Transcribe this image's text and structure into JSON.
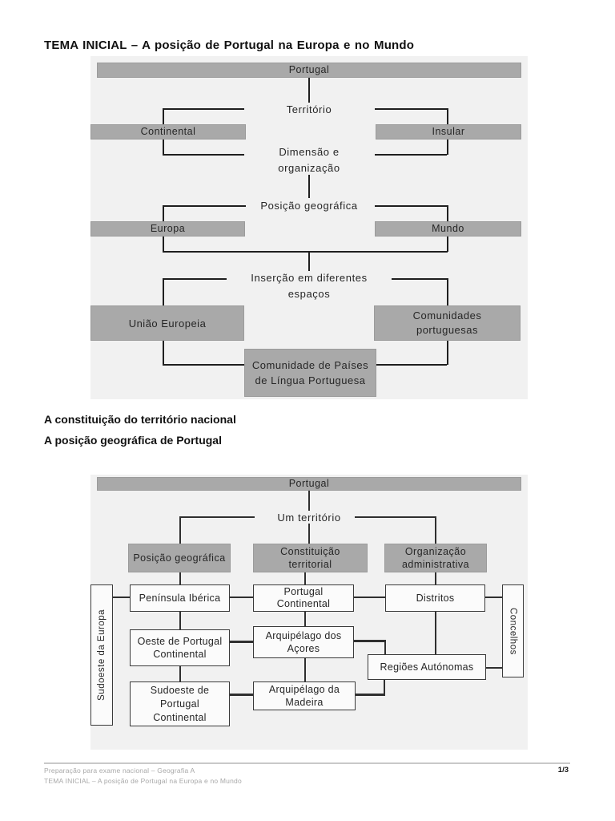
{
  "title": "TEMA INICIAL – A posição de Portugal na Europa e no Mundo",
  "headings": {
    "h1": "A constituição do território nacional",
    "h2": "A posição geográfica de Portugal"
  },
  "footer": {
    "line1": "Preparação para exame nacional – Geografia A",
    "line2": "TEMA INICIAL – A posição de Portugal na Europa e no Mundo",
    "page": "1/3"
  },
  "colors": {
    "page_bg": "#ffffff",
    "diagram_bg": "#f1f1f1",
    "node_gray": "#a9a9a9",
    "line_color": "#1f1f1f",
    "white_box_border": "#3a3a3a",
    "footer_text": "#a8a8a8"
  },
  "diagram1": {
    "nodes": {
      "portugal": "Portugal",
      "territorio": "Território",
      "continental": "Continental",
      "insular": "Insular",
      "dimensao": [
        "Dimensão e",
        "organização"
      ],
      "posicao": "Posição geográfica",
      "europa": "Europa",
      "mundo": "Mundo",
      "insercao": [
        "Inserção em diferentes",
        "espaços"
      ],
      "uniao": "União Europeia",
      "comunidades": [
        "Comunidades",
        "portuguesas"
      ],
      "cplp": [
        "Comunidade de Países",
        "de Língua Portuguesa"
      ]
    }
  },
  "diagram2": {
    "nodes": {
      "portugal": "Portugal",
      "um_territorio": "Um território",
      "posicao_geografica": "Posição geográfica",
      "constituicao": [
        "Constituição",
        "territorial"
      ],
      "organizacao": [
        "Organização",
        "administrativa"
      ],
      "peninsula": "Península Ibérica",
      "portugal_continental": [
        "Portugal",
        "Continental"
      ],
      "distritos": "Distritos",
      "oeste": [
        "Oeste de Portugal",
        "Continental"
      ],
      "acores": [
        "Arquipélago dos",
        "Açores"
      ],
      "regioes": "Regiões Autónomas",
      "sudoeste_pc": [
        "Sudoeste de",
        "Portugal",
        "Continental"
      ],
      "madeira": [
        "Arquipélago da",
        "Madeira"
      ],
      "sudoeste_europa": "Sudoeste da Europa",
      "concelhos": "Concelhos"
    }
  }
}
